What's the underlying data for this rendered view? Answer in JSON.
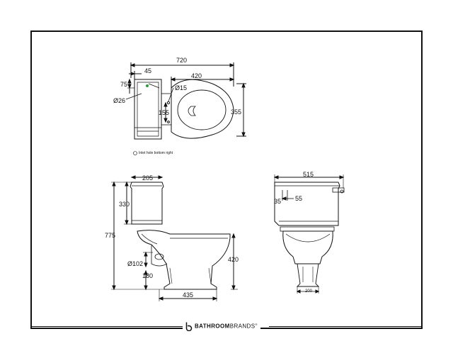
{
  "plan_view": {
    "dim_overall_width": "720",
    "dim_cistern_offset": "45",
    "dim_pan_width": "420",
    "dim_cistern_height": "75",
    "dim_diameter_supply": "Ø26",
    "dim_diameter_overflow": "Ø15",
    "dim_inlet_offset": "155",
    "dim_depth": "355",
    "inlet_note": "Inlet hole bottom right"
  },
  "side_view": {
    "dim_cistern_depth": "205",
    "dim_cistern_height": "330",
    "dim_total_height": "775",
    "dim_outlet_diameter": "Ø102",
    "dim_outlet_height": "180",
    "dim_pan_height": "420",
    "dim_footprint": "435"
  },
  "front_view": {
    "dim_width": "515",
    "dim_left": "35",
    "dim_right": "55",
    "dim_base": "200"
  },
  "brand": {
    "name_bold": "BATHROOM",
    "name_thin": "BRANDS",
    "mark": "®"
  }
}
